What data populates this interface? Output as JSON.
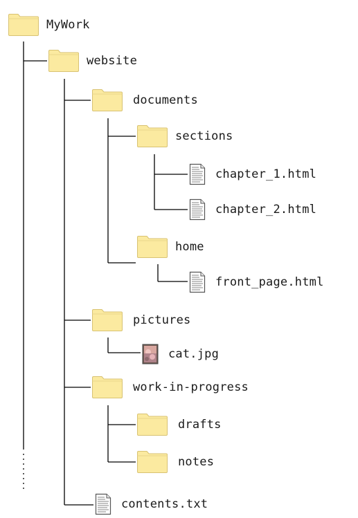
{
  "tree": {
    "root": {
      "label": "MyWork",
      "icon": "folder-icon"
    },
    "website": {
      "label": "website",
      "icon": "folder-icon"
    },
    "documents": {
      "label": "documents",
      "icon": "folder-icon"
    },
    "sections": {
      "label": "sections",
      "icon": "folder-icon"
    },
    "chapter_1": {
      "label": "chapter_1.html",
      "icon": "text-file-icon"
    },
    "chapter_2": {
      "label": "chapter_2.html",
      "icon": "text-file-icon"
    },
    "home": {
      "label": "home",
      "icon": "folder-icon"
    },
    "front_page": {
      "label": "front_page.html",
      "icon": "text-file-icon"
    },
    "pictures": {
      "label": "pictures",
      "icon": "folder-icon"
    },
    "cat": {
      "label": "cat.jpg",
      "icon": "image-file-icon"
    },
    "work_in_progress": {
      "label": "work-in-progress",
      "icon": "folder-icon"
    },
    "drafts": {
      "label": "drafts",
      "icon": "folder-icon"
    },
    "notes": {
      "label": "notes",
      "icon": "folder-icon"
    },
    "contents": {
      "label": "contents.txt",
      "icon": "text-file-icon"
    }
  },
  "colors": {
    "folder_fill": "#fbeaa0",
    "folder_stroke": "#d8c272",
    "line": "#000000",
    "text": "#1a1a1a"
  }
}
